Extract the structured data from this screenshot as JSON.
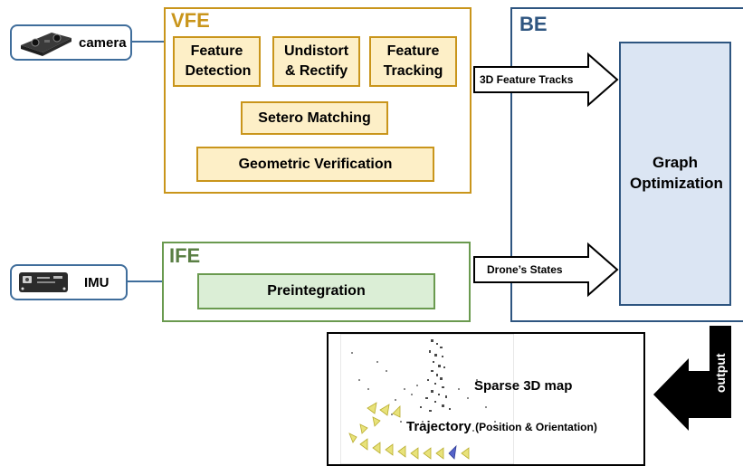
{
  "sensors": {
    "camera": {
      "label": "camera",
      "icon": "camera-icon"
    },
    "imu": {
      "label": "IMU",
      "icon": "imu-icon"
    }
  },
  "vfe": {
    "title": "VFE",
    "modules": {
      "feature_detection": "Feature Detection",
      "undistort": "Undistort & Rectify",
      "feature_tracking": "Feature Tracking",
      "stereo_matching": "Setero Matching",
      "geometric_verification": "Geometric Verification"
    }
  },
  "ife": {
    "title": "IFE",
    "modules": {
      "preintegration": "Preintegration"
    }
  },
  "be": {
    "title": "BE",
    "graph_optimization": "Graph Optimization"
  },
  "arrows": {
    "feature_tracks": "3D Feature Tracks",
    "drone_states": "Drone’s States",
    "output": "output"
  },
  "output_panel": {
    "sparse_map_label": "Sparse 3D map",
    "trajectory_label": "Trajectory",
    "trajectory_detail": "(Position & Orientation)"
  },
  "colors": {
    "vfe": "#c9951b",
    "ife": "#6a9a4f",
    "be": "#2e5580",
    "sensor_border": "#3f6d9b",
    "graph_fill": "#dbe5f3"
  }
}
